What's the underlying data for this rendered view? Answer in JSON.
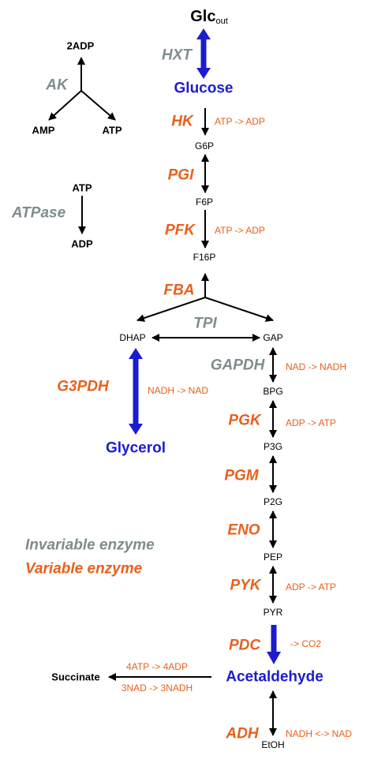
{
  "metabolites": {
    "glc_out_main": "Glc",
    "glc_out_sub": "out",
    "glucose": "Glucose",
    "g6p": "G6P",
    "f6p": "F6P",
    "f16p": "F16P",
    "dhap": "DHAP",
    "gap": "GAP",
    "bpg": "BPG",
    "p3g": "P3G",
    "p2g": "P2G",
    "pep": "PEP",
    "pyr": "PYR",
    "glycerol": "Glycerol",
    "acetaldehyde": "Acetaldehyde",
    "etoh": "EtOH",
    "succinate": "Succinate",
    "adp2": "2ADP",
    "amp": "AMP",
    "atp_ak": "ATP",
    "atp_atpase": "ATP",
    "adp_atpase": "ADP"
  },
  "enzymes": {
    "hxt": "HXT",
    "hk": "HK",
    "pgi": "PGI",
    "pfk": "PFK",
    "fba": "FBA",
    "tpi": "TPI",
    "g3pdh": "G3PDH",
    "gapdh": "GAPDH",
    "pgk": "PGK",
    "pgm": "PGM",
    "eno": "ENO",
    "pyk": "PYK",
    "pdc": "PDC",
    "adh": "ADH",
    "ak": "AK",
    "atpase": "ATPase"
  },
  "cofactors": {
    "hk": "ATP -> ADP",
    "pfk": "ATP -> ADP",
    "g3pdh": "NADH -> NAD",
    "gapdh": "NAD -> NADH",
    "pgk": "ADP -> ATP",
    "pyk": "ADP -> ATP",
    "pdc": "-> CO2",
    "adh": "NADH <-> NAD",
    "succ_top": "4ATP -> 4ADP",
    "succ_bottom": "3NAD -> 3NADH"
  },
  "legend": {
    "invariable": "Invariable enzyme",
    "variable": "Variable enzyme"
  },
  "colors": {
    "invariable": "#7f8c8d",
    "variable": "#e8601c",
    "highlight": "#1c1ccf",
    "arrow": "#000000"
  }
}
